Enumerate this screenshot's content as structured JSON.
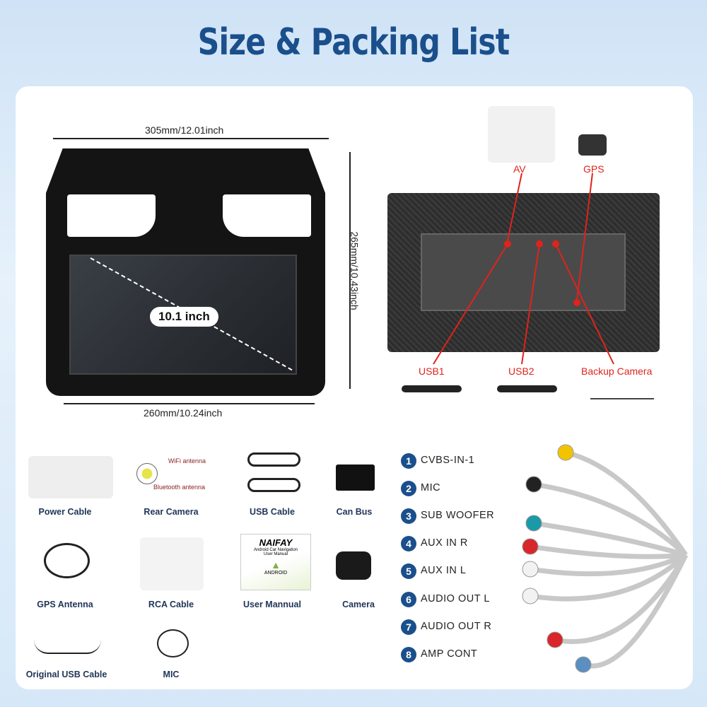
{
  "title": "Size & Packing List",
  "dimensions": {
    "width_top": "305mm/12.01inch",
    "height": "265mm/10.43inch",
    "width_bottom": "260mm/10.24inch",
    "screen_size": "10.1 inch"
  },
  "connections": {
    "av": "AV",
    "gps": "GPS",
    "usb1": "USB1",
    "usb2": "USB2",
    "backup_camera": "Backup Camera"
  },
  "packing_list": [
    {
      "label": "Power Cable"
    },
    {
      "label": "Rear Camera"
    },
    {
      "label": "USB Cable"
    },
    {
      "label": "Can Bus"
    },
    {
      "label": "GPS Antenna"
    },
    {
      "label": "RCA Cable"
    },
    {
      "label": "User Mannual"
    },
    {
      "label": "Camera"
    },
    {
      "label": "Original USB Cable"
    },
    {
      "label": "MIC"
    }
  ],
  "rear_camera_notes": {
    "wifi": "WiFi antenna",
    "bluetooth": "Bluetooth antenna"
  },
  "manual": {
    "brand": "NAIFAY",
    "subtitle": "Android Car Navigation User Manual",
    "os": "ANDROID"
  },
  "rca_pins": [
    {
      "n": "1",
      "label": "CVBS-IN-1",
      "color": "#f2c400"
    },
    {
      "n": "2",
      "label": "MIC",
      "color": "#222222"
    },
    {
      "n": "3",
      "label": "SUB WOOFER",
      "color": "#1a9aa8"
    },
    {
      "n": "4",
      "label": "AUX IN R",
      "color": "#d8262a"
    },
    {
      "n": "5",
      "label": "AUX IN L",
      "color": "#f2f2f2"
    },
    {
      "n": "6",
      "label": "AUDIO OUT L",
      "color": "#f2f2f2"
    },
    {
      "n": "7",
      "label": "AUDIO OUT R",
      "color": "#d8262a"
    },
    {
      "n": "8",
      "label": "AMP CONT",
      "color": "#5a8fc0"
    }
  ]
}
